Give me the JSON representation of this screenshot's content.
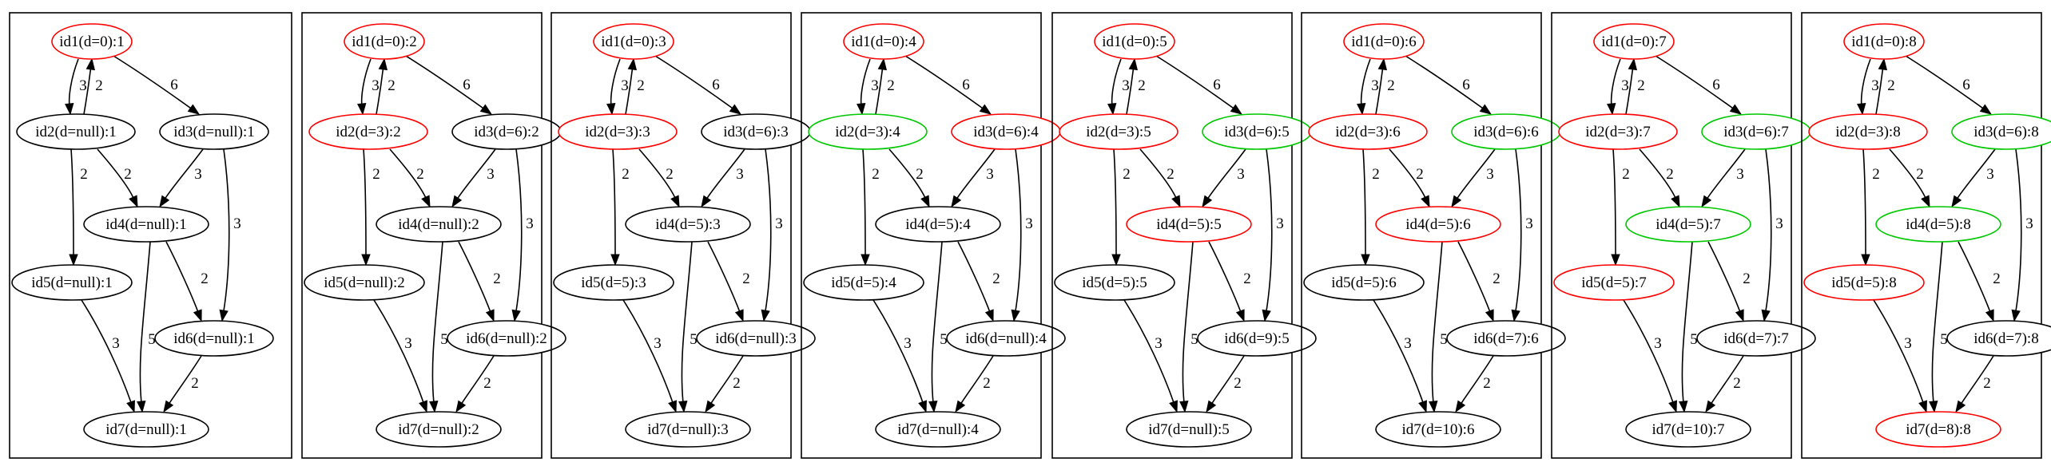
{
  "colors": {
    "default": "#000000",
    "visited": "#ff0000",
    "frontier": "#00c800"
  },
  "edge_weights": {
    "e12": "3",
    "e21": "2",
    "e13": "6",
    "e25": "2",
    "e24": "2",
    "e34": "3",
    "e36": "3",
    "e47": "5",
    "e46": "2",
    "e57": "3",
    "e67": "2"
  },
  "panels": [
    {
      "nodes": [
        {
          "id": "n1",
          "label": "id1(d=0):1",
          "color": "#ff0000"
        },
        {
          "id": "n2",
          "label": "id2(d=null):1",
          "color": "#000000"
        },
        {
          "id": "n3",
          "label": "id3(d=null):1",
          "color": "#000000"
        },
        {
          "id": "n4",
          "label": "id4(d=null):1",
          "color": "#000000"
        },
        {
          "id": "n5",
          "label": "id5(d=null):1",
          "color": "#000000"
        },
        {
          "id": "n6",
          "label": "id6(d=null):1",
          "color": "#000000"
        },
        {
          "id": "n7",
          "label": "id7(d=null):1",
          "color": "#000000"
        }
      ]
    },
    {
      "nodes": [
        {
          "id": "n1",
          "label": "id1(d=0):2",
          "color": "#ff0000"
        },
        {
          "id": "n2",
          "label": "id2(d=3):2",
          "color": "#ff0000"
        },
        {
          "id": "n3",
          "label": "id3(d=6):2",
          "color": "#000000"
        },
        {
          "id": "n4",
          "label": "id4(d=null):2",
          "color": "#000000"
        },
        {
          "id": "n5",
          "label": "id5(d=null):2",
          "color": "#000000"
        },
        {
          "id": "n6",
          "label": "id6(d=null):2",
          "color": "#000000"
        },
        {
          "id": "n7",
          "label": "id7(d=null):2",
          "color": "#000000"
        }
      ]
    },
    {
      "nodes": [
        {
          "id": "n1",
          "label": "id1(d=0):3",
          "color": "#ff0000"
        },
        {
          "id": "n2",
          "label": "id2(d=3):3",
          "color": "#ff0000"
        },
        {
          "id": "n3",
          "label": "id3(d=6):3",
          "color": "#000000"
        },
        {
          "id": "n4",
          "label": "id4(d=5):3",
          "color": "#000000"
        },
        {
          "id": "n5",
          "label": "id5(d=5):3",
          "color": "#000000"
        },
        {
          "id": "n6",
          "label": "id6(d=null):3",
          "color": "#000000"
        },
        {
          "id": "n7",
          "label": "id7(d=null):3",
          "color": "#000000"
        }
      ]
    },
    {
      "nodes": [
        {
          "id": "n1",
          "label": "id1(d=0):4",
          "color": "#ff0000"
        },
        {
          "id": "n2",
          "label": "id2(d=3):4",
          "color": "#00c800"
        },
        {
          "id": "n3",
          "label": "id3(d=6):4",
          "color": "#ff0000"
        },
        {
          "id": "n4",
          "label": "id4(d=5):4",
          "color": "#000000"
        },
        {
          "id": "n5",
          "label": "id5(d=5):4",
          "color": "#000000"
        },
        {
          "id": "n6",
          "label": "id6(d=null):4",
          "color": "#000000"
        },
        {
          "id": "n7",
          "label": "id7(d=null):4",
          "color": "#000000"
        }
      ]
    },
    {
      "nodes": [
        {
          "id": "n1",
          "label": "id1(d=0):5",
          "color": "#ff0000"
        },
        {
          "id": "n2",
          "label": "id2(d=3):5",
          "color": "#ff0000"
        },
        {
          "id": "n3",
          "label": "id3(d=6):5",
          "color": "#00c800"
        },
        {
          "id": "n4",
          "label": "id4(d=5):5",
          "color": "#ff0000"
        },
        {
          "id": "n5",
          "label": "id5(d=5):5",
          "color": "#000000"
        },
        {
          "id": "n6",
          "label": "id6(d=9):5",
          "color": "#000000"
        },
        {
          "id": "n7",
          "label": "id7(d=null):5",
          "color": "#000000"
        }
      ]
    },
    {
      "nodes": [
        {
          "id": "n1",
          "label": "id1(d=0):6",
          "color": "#ff0000"
        },
        {
          "id": "n2",
          "label": "id2(d=3):6",
          "color": "#ff0000"
        },
        {
          "id": "n3",
          "label": "id3(d=6):6",
          "color": "#00c800"
        },
        {
          "id": "n4",
          "label": "id4(d=5):6",
          "color": "#ff0000"
        },
        {
          "id": "n5",
          "label": "id5(d=5):6",
          "color": "#000000"
        },
        {
          "id": "n6",
          "label": "id6(d=7):6",
          "color": "#000000"
        },
        {
          "id": "n7",
          "label": "id7(d=10):6",
          "color": "#000000"
        }
      ]
    },
    {
      "nodes": [
        {
          "id": "n1",
          "label": "id1(d=0):7",
          "color": "#ff0000"
        },
        {
          "id": "n2",
          "label": "id2(d=3):7",
          "color": "#ff0000"
        },
        {
          "id": "n3",
          "label": "id3(d=6):7",
          "color": "#00c800"
        },
        {
          "id": "n4",
          "label": "id4(d=5):7",
          "color": "#00c800"
        },
        {
          "id": "n5",
          "label": "id5(d=5):7",
          "color": "#ff0000"
        },
        {
          "id": "n6",
          "label": "id6(d=7):7",
          "color": "#000000"
        },
        {
          "id": "n7",
          "label": "id7(d=10):7",
          "color": "#000000"
        }
      ]
    },
    {
      "nodes": [
        {
          "id": "n1",
          "label": "id1(d=0):8",
          "color": "#ff0000"
        },
        {
          "id": "n2",
          "label": "id2(d=3):8",
          "color": "#ff0000"
        },
        {
          "id": "n3",
          "label": "id3(d=6):8",
          "color": "#00c800"
        },
        {
          "id": "n4",
          "label": "id4(d=5):8",
          "color": "#00c800"
        },
        {
          "id": "n5",
          "label": "id5(d=5):8",
          "color": "#ff0000"
        },
        {
          "id": "n6",
          "label": "id6(d=7):8",
          "color": "#000000"
        },
        {
          "id": "n7",
          "label": "id7(d=8):8",
          "color": "#ff0000"
        }
      ]
    }
  ]
}
